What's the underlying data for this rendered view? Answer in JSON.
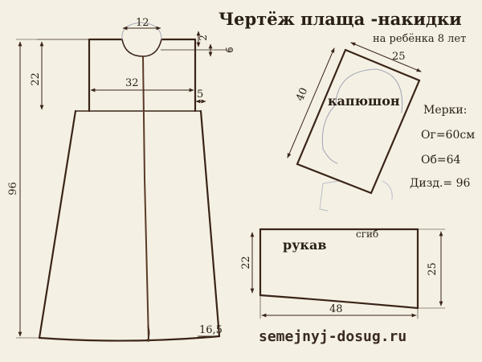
{
  "title": "Чертёж плаща -накидки",
  "subtitle": "на ребёнка 8 лет",
  "cape": {
    "dim_neck_width": "12",
    "dim_neck_drop": "2",
    "dim_neck_depth": "6",
    "dim_yoke_height": "22",
    "dim_body_width": "32",
    "dim_shoulder_offset": "5",
    "dim_total_length": "96",
    "dim_hem_flare": "16,5"
  },
  "hood": {
    "label": "капюшон",
    "dim_width": "25",
    "dim_height": "40"
  },
  "sleeve": {
    "label": "рукав",
    "fold_label": "сгиб",
    "dim_left_height": "22",
    "dim_right_height": "25",
    "dim_length": "48"
  },
  "measurements": {
    "heading": "Мерки:",
    "chest": "Ог=60см",
    "hips": "Об=64",
    "length": "Дизд.= 96"
  },
  "website": "semejnyj-dosug.ru",
  "colors": {
    "background": "#f4f1e4",
    "line": "#3a2418",
    "faint": "#9a9aa8",
    "text": "#2a1f16",
    "website": "#3a2a20"
  }
}
